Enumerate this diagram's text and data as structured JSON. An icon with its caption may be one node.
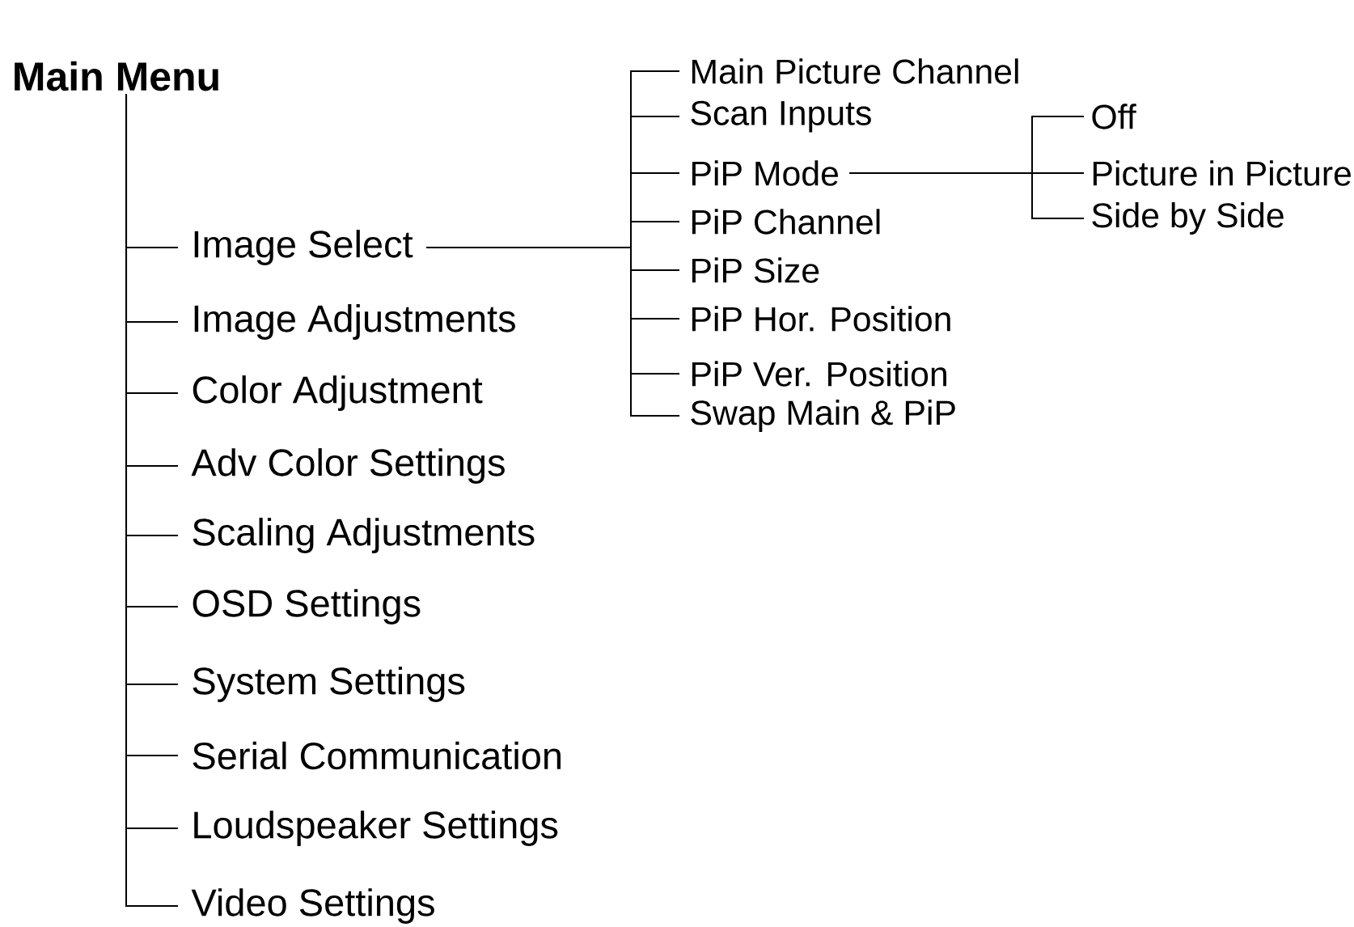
{
  "diagram": {
    "nodes": [
      {
        "text": [
          "Main Menu"
        ]
      },
      {
        "text": [
          "Image Select"
        ]
      },
      {
        "text": [
          "Image Adjustments"
        ]
      },
      {
        "text": [
          "Color Adjustment"
        ]
      },
      {
        "text": [
          "Adv Color Settings"
        ]
      },
      {
        "text": [
          "Scaling Adjustments"
        ]
      },
      {
        "text": [
          "OSD Settings"
        ]
      },
      {
        "text": [
          "System Settings"
        ]
      },
      {
        "text": [
          "Serial Communication"
        ]
      },
      {
        "text": [
          "Loudspeaker Settings"
        ]
      },
      {
        "text": [
          "Video Settings"
        ]
      },
      {
        "text": [
          "Main Picture Channel"
        ]
      },
      {
        "text": [
          "Scan Inputs"
        ]
      },
      {
        "text": [
          "PiP Mode"
        ]
      },
      {
        "text": [
          "PiP Channel"
        ]
      },
      {
        "text": [
          "PiP Size"
        ]
      },
      {
        "text": [
          "PiP Hor. Position"
        ]
      },
      {
        "text": [
          "PiP Ver. Position"
        ]
      },
      {
        "text": [
          "Swap Main & PiP"
        ]
      },
      {
        "text": [
          "Off"
        ]
      },
      {
        "text": [
          "Picture in Picture"
        ]
      },
      {
        "text": [
          "Side by Side"
        ]
      }
    ],
    "edges": [
      {
        "from": 0,
        "to": 1,
        "arrow": "none"
      },
      {
        "from": 0,
        "to": 2,
        "arrow": "none"
      },
      {
        "from": 0,
        "to": 3,
        "arrow": "none"
      },
      {
        "from": 0,
        "to": 4,
        "arrow": "none"
      },
      {
        "from": 0,
        "to": 5,
        "arrow": "none"
      },
      {
        "from": 0,
        "to": 6,
        "arrow": "none"
      },
      {
        "from": 0,
        "to": 7,
        "arrow": "none"
      },
      {
        "from": 0,
        "to": 8,
        "arrow": "none"
      },
      {
        "from": 0,
        "to": 9,
        "arrow": "none"
      },
      {
        "from": 0,
        "to": 10,
        "arrow": "none"
      },
      {
        "from": 1,
        "to": 11,
        "arrow": "none"
      },
      {
        "from": 1,
        "to": 12,
        "arrow": "none"
      },
      {
        "from": 1,
        "to": 13,
        "arrow": "none"
      },
      {
        "from": 1,
        "to": 14,
        "arrow": "none"
      },
      {
        "from": 1,
        "to": 15,
        "arrow": "none"
      },
      {
        "from": 1,
        "to": 16,
        "arrow": "none"
      },
      {
        "from": 1,
        "to": 17,
        "arrow": "none"
      },
      {
        "from": 1,
        "to": 18,
        "arrow": "none"
      },
      {
        "from": 13,
        "to": 19,
        "arrow": "none"
      },
      {
        "from": 13,
        "to": 20,
        "arrow": "none"
      },
      {
        "from": 13,
        "to": 21,
        "arrow": "none"
      }
    ]
  }
}
